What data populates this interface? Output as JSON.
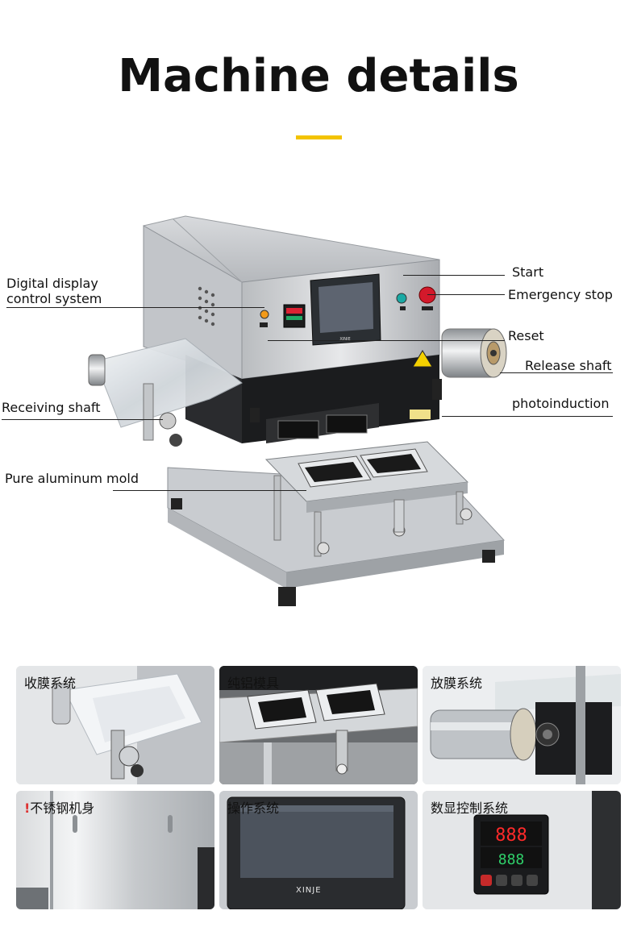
{
  "header": {
    "title": "Machine details",
    "accent_color": "#f3c300"
  },
  "hero": {
    "image": "packaging-machine-photo",
    "callouts": {
      "digital_display_line1": "Digital display",
      "digital_display_line2": "control system",
      "receiving_shaft": "Receiving shaft",
      "pure_aluminum_mold": "Pure aluminum mold",
      "start": "Start",
      "emergency_stop": "Emergency stop",
      "reset": "Reset",
      "release_shaft": "Release shaft",
      "photoinduction": "photoinduction"
    },
    "screen_brand": "XINJE"
  },
  "thumbnails": [
    {
      "label": "收膜系统"
    },
    {
      "label": "纯铝模具"
    },
    {
      "label": "放膜系统"
    },
    {
      "label": "不锈钢机身"
    },
    {
      "label": "操作系统",
      "brand": "XINJE"
    },
    {
      "label": "数显控制系统"
    }
  ]
}
